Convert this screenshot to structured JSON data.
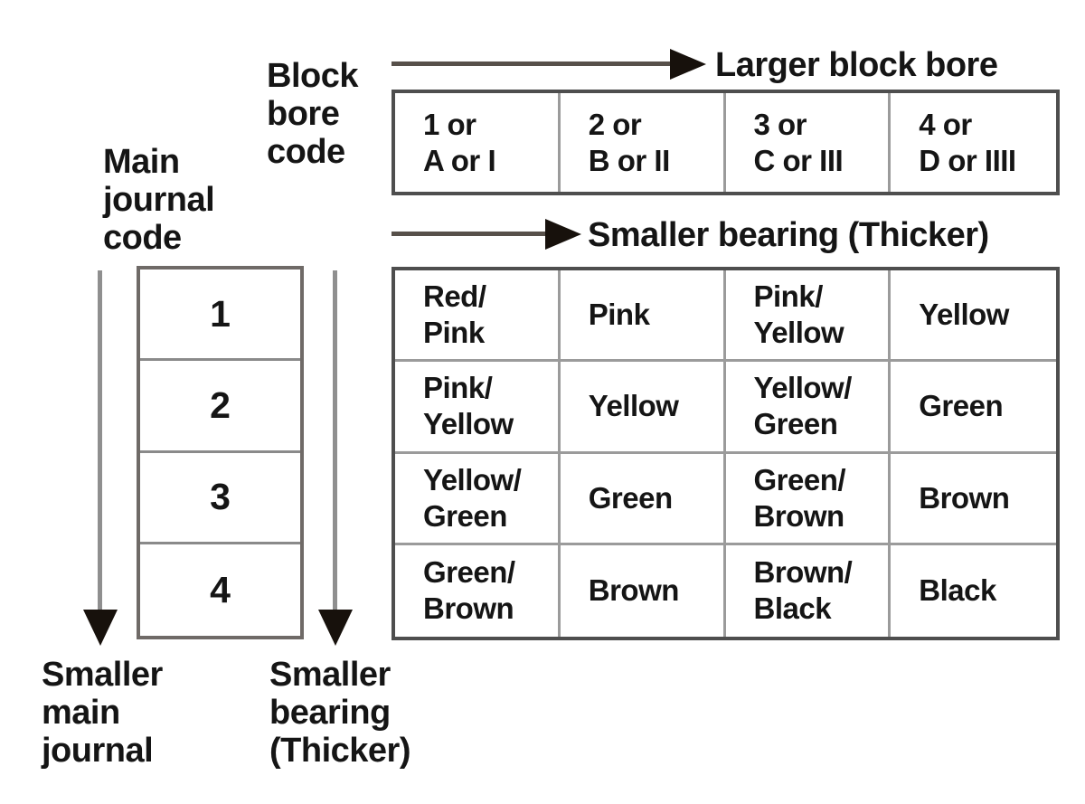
{
  "labels": {
    "block_bore_code": "Block\nbore\ncode",
    "main_journal_code": "Main\njournal\ncode",
    "larger_block_bore": "Larger block bore",
    "smaller_bearing_top": "Smaller bearing (Thicker)",
    "smaller_main_journal": "Smaller\nmain\njournal",
    "smaller_bearing_bottom": "Smaller\nbearing\n(Thicker)"
  },
  "block_bore_codes": [
    "1 or\nA or I",
    "2 or\nB or II",
    "3 or\nC or III",
    "4 or\nD or IIII"
  ],
  "main_journal_codes": [
    "1",
    "2",
    "3",
    "4"
  ],
  "bearing_colors": [
    [
      "Red/\nPink",
      "Pink",
      "Pink/\nYellow",
      "Yellow"
    ],
    [
      "Pink/\nYellow",
      "Yellow",
      "Yellow/\nGreen",
      "Green"
    ],
    [
      "Yellow/\nGreen",
      "Green",
      "Green/\nBrown",
      "Brown"
    ],
    [
      "Green/\nBrown",
      "Brown",
      "Brown/\nBlack",
      "Black"
    ]
  ],
  "colors": {
    "background": "#ffffff",
    "text": "#151515",
    "table_outer_border": "#4e4e4e",
    "table_inner_line": "#9b9b9b",
    "journal_box_border": "#6f6a67",
    "arrow_line_horizontal": "#57504a",
    "arrow_line_vertical": "#8f8f8f",
    "arrow_head": "#17110c"
  }
}
